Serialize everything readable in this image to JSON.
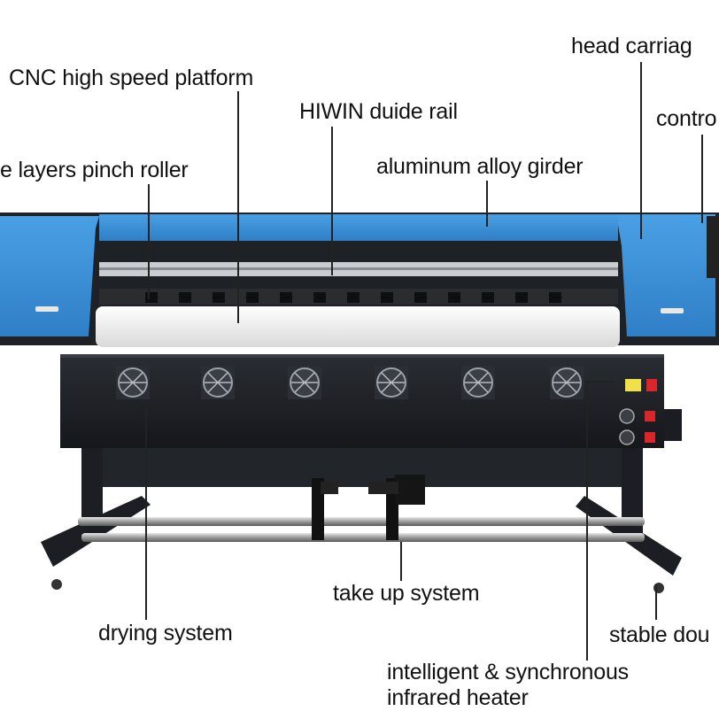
{
  "callouts": {
    "head_carriage": "head carriag",
    "cnc_platform": "CNC high speed platform",
    "control_panel": "contro",
    "hiwin_rail": "HIWIN duide rail",
    "pinch_roller": "e layers pinch roller",
    "aluminum_girder": "aluminum alloy girder",
    "take_up": "take up system",
    "drying": "drying system",
    "stable": "stable dou",
    "heater_line1": "intelligent & synchronous",
    "heater_line2": "infrared heater"
  },
  "colors": {
    "body_blue": "#3a8fd6",
    "frame_black": "#1b1d22",
    "roller_white": "#f2f2f2",
    "button_red": "#d8262a"
  }
}
